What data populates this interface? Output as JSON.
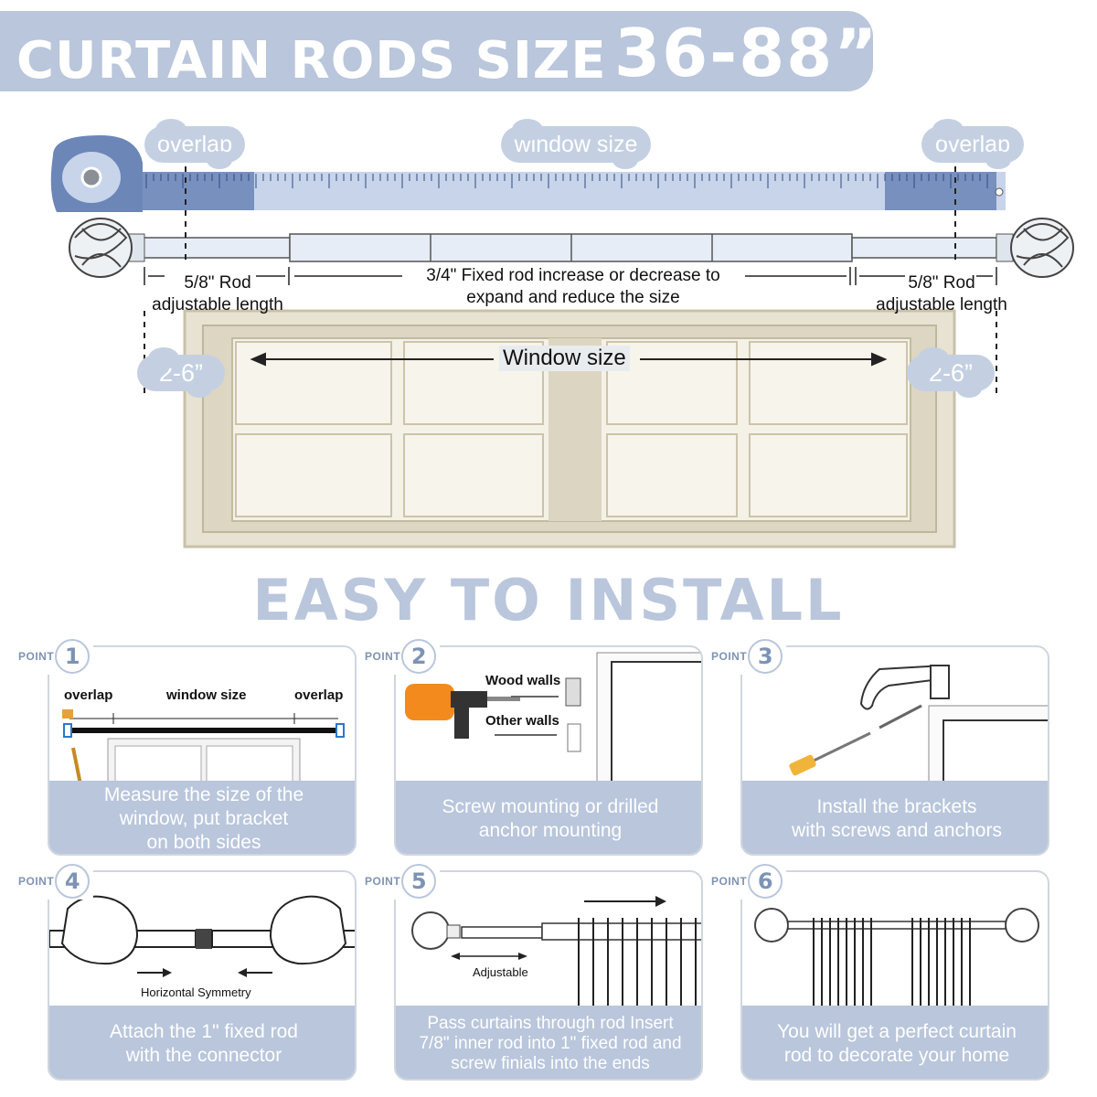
{
  "header": {
    "title": "CURTAIN RODS SIZE",
    "size": "36-88”"
  },
  "diagram": {
    "overlap_left": "overlap",
    "window_size_cloud": "window size",
    "overlap_right": "overlap",
    "left_rod_line1": "5/8\" Rod",
    "left_rod_line2": "adjustable length",
    "fixed_rod_line1": "3/4\" Fixed rod  increase or decrease to",
    "fixed_rod_line2": "expand and reduce the size",
    "right_rod_line1": "5/8\"  Rod",
    "right_rod_line2": "adjustable length",
    "window_label": "Window size",
    "gap_left": "2-6”",
    "gap_right": "2-6”"
  },
  "install": {
    "title": "EASY TO INSTALL",
    "point_word": "POINT",
    "steps": [
      {
        "number": "1",
        "caption": [
          "Measure the size of the",
          "window, put bracket",
          "on both sides"
        ],
        "labels": {
          "overlap_left": "overlap",
          "window_size": "window size",
          "overlap_right": "overlap"
        }
      },
      {
        "number": "2",
        "caption": [
          "Screw mounting or drilled",
          "anchor mounting"
        ],
        "labels": {
          "wood": "Wood walls",
          "other": "Other walls"
        }
      },
      {
        "number": "3",
        "caption": [
          "Install the brackets",
          "with screws and anchors"
        ]
      },
      {
        "number": "4",
        "caption": [
          "Attach the 1\" fixed rod",
          "with the connector"
        ],
        "labels": {
          "symmetry": "Horizontal Symmetry"
        }
      },
      {
        "number": "5",
        "caption": [
          "Pass curtains through rod Insert",
          "7/8\" inner rod into  1\" fixed rod and",
          "screw  finials into the ends"
        ],
        "labels": {
          "adjustable": "Adjustable"
        }
      },
      {
        "number": "6",
        "caption": [
          "You will get a perfect curtain",
          "rod to decorate your home"
        ]
      }
    ]
  },
  "colors": {
    "accent": "#b9c6db",
    "accent_dark": "#7d93b5",
    "tape": "#9fb3d4"
  }
}
